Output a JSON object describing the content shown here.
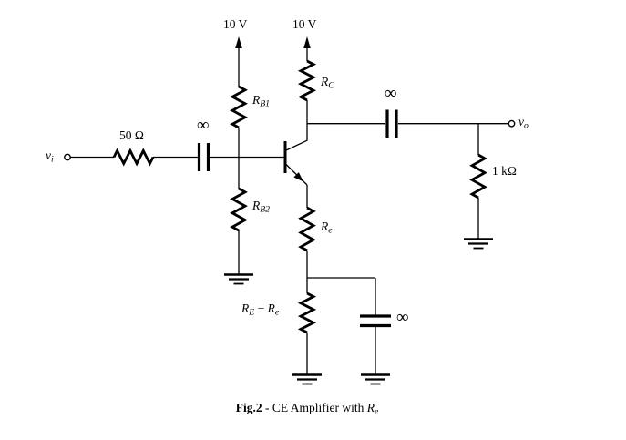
{
  "caption": {
    "fig": "Fig.2",
    "sep": " - ",
    "title": "CE Amplifier with ",
    "sym": "R",
    "sym_sub": "e"
  },
  "terminals": {
    "vi": {
      "base": "v",
      "sub": "i"
    },
    "vo": {
      "base": "v",
      "sub": "o"
    }
  },
  "supplies": {
    "left": "10 V",
    "right": "10 V"
  },
  "components": {
    "source_resistor": {
      "label": "50 Ω"
    },
    "rb1": {
      "base": "R",
      "sub": "B1"
    },
    "rb2": {
      "base": "R",
      "sub": "B2"
    },
    "rc": {
      "base": "R",
      "sub": "C"
    },
    "re": {
      "base": "R",
      "sub": "e"
    },
    "re_remainder": {
      "p1": "R",
      "s1": "E",
      "op": " − ",
      "p2": "R",
      "s2": "e"
    },
    "load_resistor": {
      "label": "1 kΩ"
    },
    "cap_input": {
      "label": "∞"
    },
    "cap_output": {
      "label": "∞"
    },
    "cap_bypass": {
      "label": "∞"
    }
  },
  "colors": {
    "ink": "#000000",
    "background": "#ffffff"
  }
}
